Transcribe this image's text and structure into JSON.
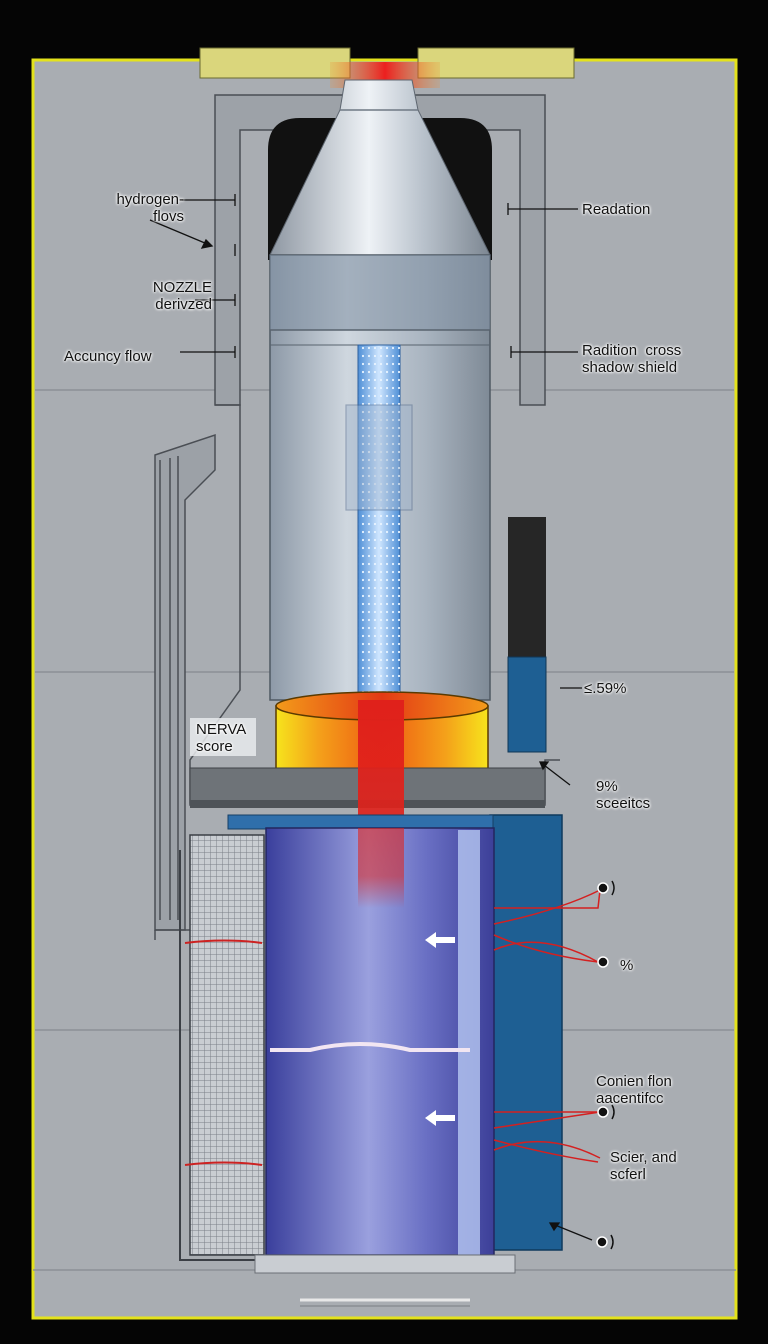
{
  "labels": {
    "hydrogen_flows": "hydrogen-\nflovs",
    "nozzle_derived": "NOZZLE\nderivzed",
    "accuncy_flow": "Accuncy flow",
    "readation": "Readation",
    "radition_cross": "Radition  cross\nshadow shield",
    "percent_559": "≤.59%",
    "nerva_score": "NERVA\nscore",
    "percent_9_sceeitcs": "9%\nsceeitcs",
    "dot_percent": "%",
    "conien_flon": "Conien flon\naacentifcc",
    "scier_and": "Scier, and\nscferl"
  },
  "colors": {
    "background": "#050505",
    "frame_border": "#e4e21c",
    "panel": "#a9adb2",
    "nozzle_steel": "#c7ced6",
    "core_yellow": "#f5e11a",
    "core_orange": "#f07a12",
    "exhaust_red": "#e0211b",
    "tank_blue": "#3e4fae",
    "shield_blue": "#1e5f93",
    "leader_red": "#d42020"
  }
}
